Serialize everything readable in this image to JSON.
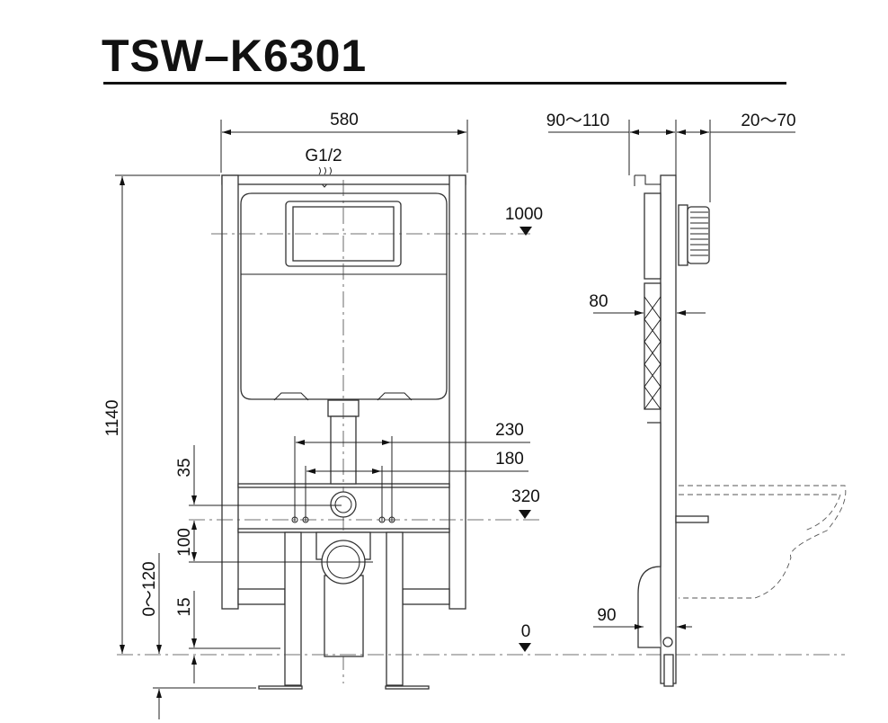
{
  "title": "TSW–K6301",
  "front_view": {
    "width_label": "580",
    "inlet_label": "G1/2",
    "height_label": "1140",
    "level_1000": "1000",
    "level_320": "320",
    "level_0": "0",
    "dim_230": "230",
    "dim_180": "180",
    "dim_35": "35",
    "dim_100": "100",
    "dim_15": "15",
    "dim_0_120": "0～120"
  },
  "side_view": {
    "depth_label": "90～110",
    "plate_label": "20～70",
    "dim_80": "80",
    "dim_90": "90"
  }
}
